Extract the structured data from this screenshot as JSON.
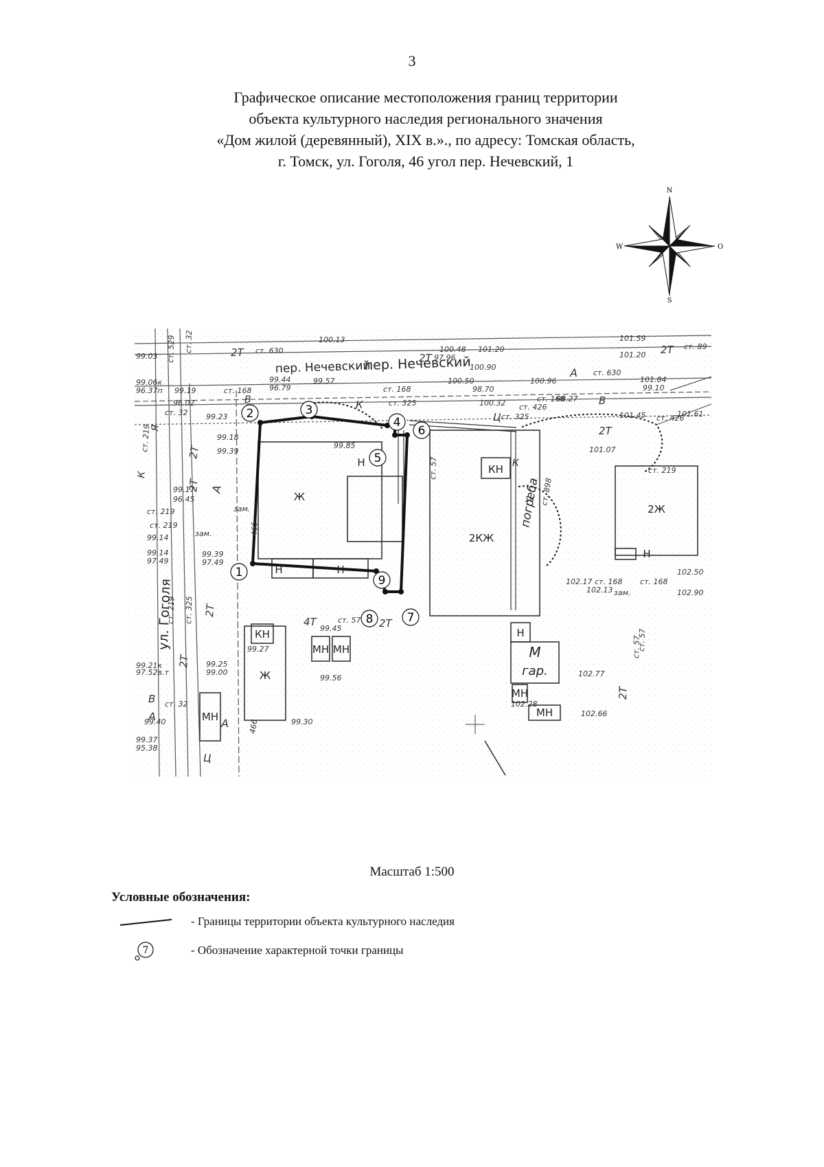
{
  "page_number": "3",
  "title_lines": [
    "Графическое описание местоположения границ территории",
    "объекта культурного наследия регионального значения",
    "«Дом жилой (деревянный), XIX в.»., по адресу: Томская область,",
    "г. Томск, ул. Гоголя, 46 угол пер. Нечевский, 1"
  ],
  "compass": {
    "n": "N",
    "s": "S",
    "w": "W",
    "e": "O"
  },
  "map": {
    "streets": {
      "nechevsky_1": "пер. Нечевский",
      "nechevsky_2": "пер. Нечевский",
      "gogol": "ул. Гоголя",
      "pogreba": "погреба"
    },
    "boundary_points": [
      {
        "n": "1"
      },
      {
        "n": "2"
      },
      {
        "n": "3"
      },
      {
        "n": "4"
      },
      {
        "n": "5"
      },
      {
        "n": "6"
      },
      {
        "n": "7"
      },
      {
        "n": "8"
      },
      {
        "n": "9"
      }
    ],
    "building_labels": [
      "Ж",
      "2КЖ",
      "2Ж",
      "Ж",
      "Н",
      "Н",
      "Н",
      "Н",
      "КН",
      "КН",
      "МН",
      "МН",
      "МН",
      "МН",
      "МН",
      "М",
      "гар.",
      "Н"
    ],
    "elevations": [
      "100.13",
      "99.03",
      "99.06к",
      "96.37п",
      "99.19",
      "96.02",
      "99.44",
      "96.79",
      "99.57",
      "100.48",
      "97.96",
      "101.20",
      "100.90",
      "100.50",
      "98.70",
      "100.96",
      "101.59",
      "101.20",
      "101.84",
      "99.10",
      "100.32",
      "98.27",
      "101.45",
      "101.61",
      "99.23",
      "99.18",
      "99.39",
      "99.85",
      "101.07",
      "99.17",
      "96.45",
      "99.14",
      "99.14",
      "97.49",
      "99.39",
      "97.49",
      "102.17",
      "102.13",
      "102.50",
      "102.90",
      "99.45",
      "99.27",
      "99.25",
      "99.00",
      "99.56",
      "99.30",
      "99.21к",
      "97.52в.т",
      "99.40",
      "99.37",
      "95.38",
      "102.77",
      "102.28",
      "102.66"
    ],
    "network_labels": [
      "2Т",
      "ст. 630",
      "2Т",
      "2Т",
      "ст. 89",
      "ст. 529",
      "ст. 32",
      "ст. 168",
      "В",
      "К",
      "ст. 168",
      "ст. 325",
      "А",
      "ст. 630",
      "ст. 168",
      "В",
      "ст. 426",
      "ст. 325",
      "Ц",
      "2Т",
      "ст. 426",
      "ст. 219",
      "ст. 219",
      "2Т",
      "ст. 32",
      "ст. 57",
      "К",
      "зам.",
      "ст. 219",
      "Я",
      "К",
      "ст. 219",
      "2Т",
      "А",
      "46б",
      "ст. 168",
      "зам.",
      "ст. 168",
      "ст. 57",
      "4Т",
      "2Т",
      "2Т",
      "ст. 57",
      "ст. 219",
      "ст. 325",
      "В",
      "ст. 32",
      "А",
      "2Т",
      "466",
      "А",
      "Ц",
      "2Т",
      "ст. 898",
      "1а",
      "зам.",
      "ст. 57"
    ]
  },
  "scale_text": "Масштаб 1:500",
  "legend": {
    "title": "Условные обозначения:",
    "items": [
      {
        "symbol_label": "",
        "text": "- Границы территории объекта культурного наследия"
      },
      {
        "symbol_label": "7",
        "text": "- Обозначение характерной точки границы"
      }
    ]
  },
  "colors": {
    "ink": "#111111",
    "map_line": "#3a3a3a",
    "map_light": "#8a8a8a",
    "paper": "#ffffff"
  }
}
